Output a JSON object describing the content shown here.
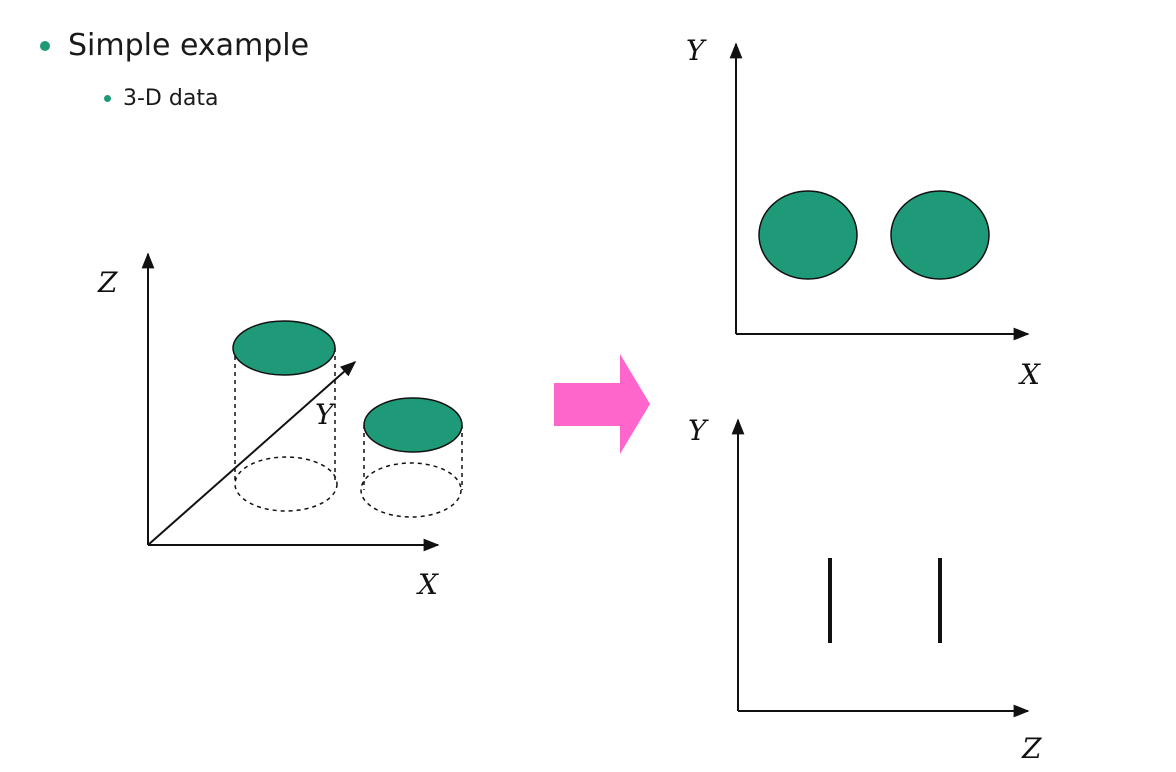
{
  "bullets": {
    "level1": "Simple example",
    "level2": "3-D data"
  },
  "diagram3d": {
    "z_label": "Z",
    "y_label": "Y",
    "x_label": "X"
  },
  "projection_xy": {
    "y_label": "Y",
    "x_label": "X"
  },
  "projection_zy": {
    "y_label": "Y",
    "z_label": "Z"
  },
  "colors": {
    "shape_fill": "#1f9a78",
    "arrow_fill": "#ff66cc",
    "axis": "#111111",
    "bullet": "#1f9a78"
  },
  "icons": {
    "transform_arrow": "right-arrow-icon"
  }
}
